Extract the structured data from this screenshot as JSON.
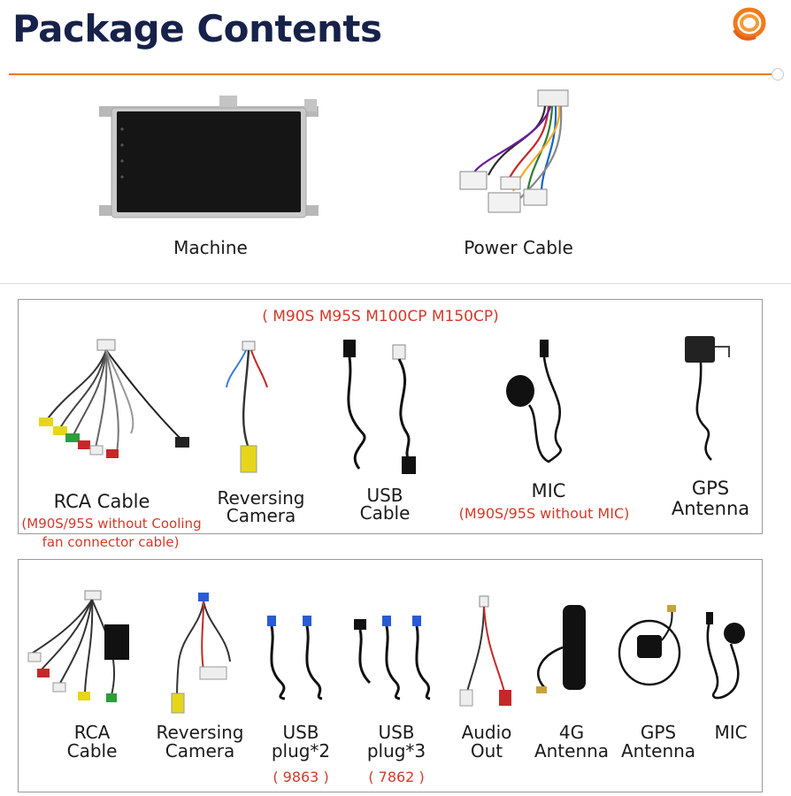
{
  "header": {
    "title": "Package Contents"
  },
  "top_items": [
    {
      "label": "Machine",
      "icon": "head-unit-image"
    },
    {
      "label": "Power Cable",
      "icon": "power-harness-image"
    }
  ],
  "box1": {
    "models_note": "( M90S M95S M100CP M150CP)",
    "items": [
      {
        "label_lines": [
          "RCA Cable"
        ],
        "note_lines": [
          "(M90S/95S without Cooling",
          "fan connector cable)"
        ]
      },
      {
        "label_lines": [
          "Reversing",
          "Camera"
        ]
      },
      {
        "label_lines": [
          "USB",
          "Cable"
        ]
      },
      {
        "label_lines": [
          "MIC"
        ],
        "note_lines": [
          "(M90S/95S without MIC)"
        ]
      },
      {
        "label_lines": [
          "GPS",
          "Antenna"
        ]
      }
    ]
  },
  "box2": {
    "items": [
      {
        "label_lines": [
          "RCA",
          "Cable"
        ]
      },
      {
        "label_lines": [
          "Reversing",
          "Camera"
        ]
      },
      {
        "label_lines": [
          "USB",
          "plug*2"
        ],
        "note": "( 9863 )"
      },
      {
        "label_lines": [
          "USB",
          "plug*3"
        ],
        "note": "( 7862 )"
      },
      {
        "label_lines": [
          "Audio",
          "Out"
        ]
      },
      {
        "label_lines": [
          "4G",
          "Antenna"
        ]
      },
      {
        "label_lines": [
          "GPS",
          "Antenna"
        ]
      },
      {
        "label_lines": [
          "MIC"
        ]
      }
    ]
  },
  "colors": {
    "title": "#17224a",
    "accent": "#e8781e",
    "note_red": "#d23a2a"
  }
}
